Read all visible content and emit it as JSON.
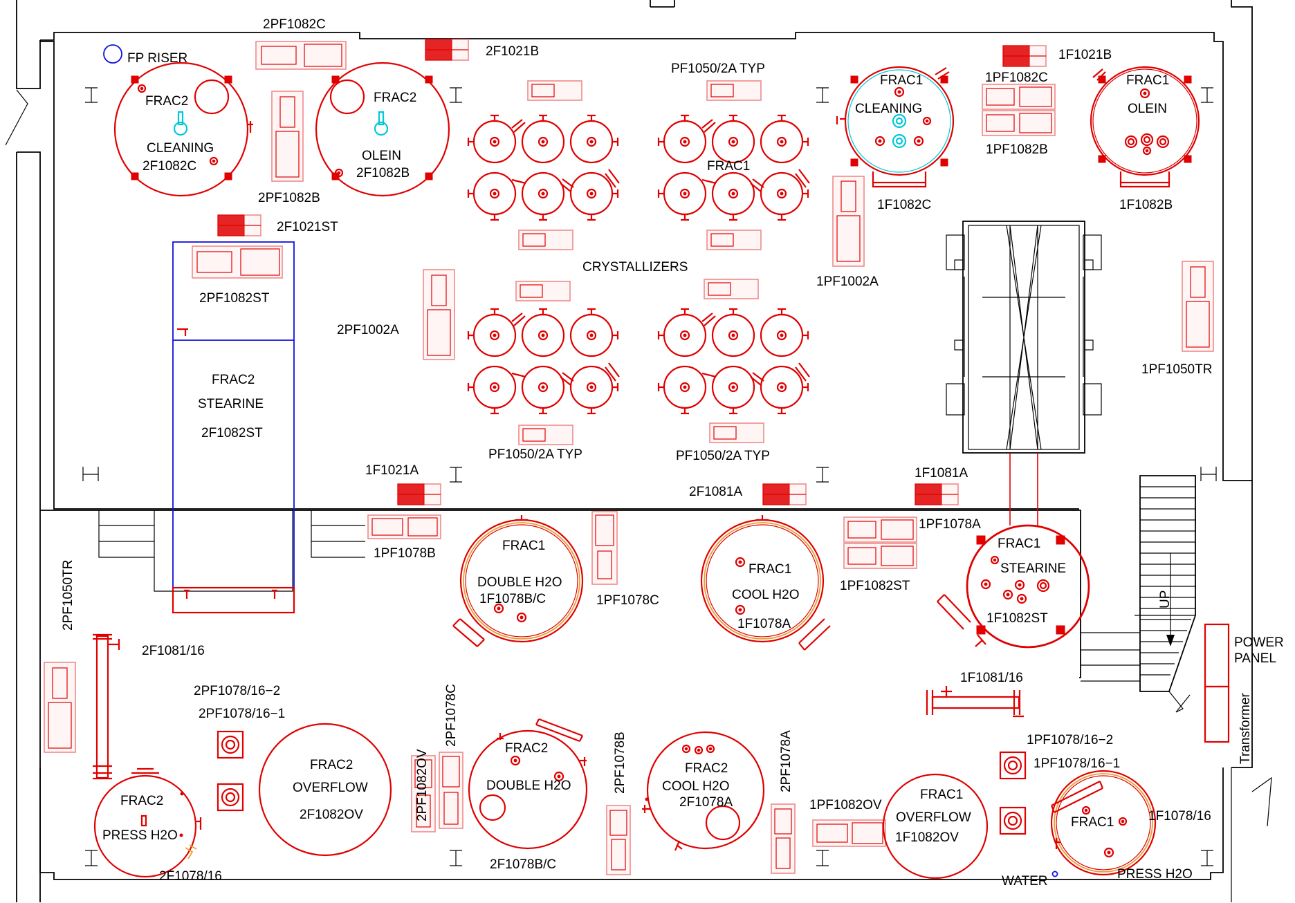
{
  "legend": {
    "fp_riser": "FP  RISER",
    "crystallizers": "CRYSTALLIZERS",
    "water": "WATER",
    "power_panel_line1": "POWER",
    "power_panel_line2": "PANEL",
    "transformer": "Transformer",
    "stair_up": "UP"
  },
  "tanks": {
    "frac2_cleaning": {
      "name": "FRAC2",
      "service": "CLEANING",
      "tag": "2F1082C"
    },
    "frac2_olein": {
      "name": "FRAC2",
      "service": "OLEIN",
      "tag": "2F1082B"
    },
    "frac1_cleaning": {
      "name": "FRAC1",
      "service": "CLEANING",
      "tag": "1F1082C"
    },
    "frac1_olein": {
      "name": "FRAC1",
      "service": "OLEIN",
      "tag": "1F1082B"
    },
    "frac2_stearine": {
      "name": "FRAC2",
      "service": "STEARINE",
      "tag": "2F1082ST"
    },
    "frac1_double": {
      "name": "FRAC1",
      "service": "DOUBLE  H2O",
      "tag": "1F1078B/C"
    },
    "frac1_cool": {
      "name": "FRAC1",
      "service": "COOL  H2O",
      "tag": "1F1078A"
    },
    "frac1_stearine": {
      "name": "FRAC1",
      "service": "STEARINE",
      "tag": "1F1082ST"
    },
    "frac2_press": {
      "name": "FRAC2",
      "service": "PRESS  H2O",
      "tag": "2F1078/16"
    },
    "frac2_overflow": {
      "name": "FRAC2",
      "service": "OVERFLOW",
      "tag": "2F1082OV"
    },
    "frac2_double": {
      "name": "FRAC2",
      "service": "DOUBLE  H2O",
      "tag": "2F1078B/C"
    },
    "frac2_cool": {
      "name": "FRAC2",
      "service": "COOL  H2O",
      "tag": "2F1078A"
    },
    "frac1_overflow": {
      "name": "FRAC1",
      "service": "OVERFLOW",
      "tag": "1F1082OV"
    },
    "frac1_press": {
      "name": "FRAC1",
      "service": "PRESS  H2O",
      "tag": "1F1078/16"
    }
  },
  "crystallizer_groups": {
    "frac1_label": "FRAC1",
    "typ_top_right": "PF1050/2A  TYP",
    "typ_bottom_left": "PF1050/2A  TYP",
    "typ_bottom_right": "PF1050/2A  TYP"
  },
  "equipment_tags": {
    "pf2082c": "2PF1082C",
    "f2021b": "2F1021B",
    "f1021b": "1F1021B",
    "pf1082c": "1PF1082C",
    "pf1082b_1": "1PF1082B",
    "pf2082b": "2PF1082B",
    "f2021st": "2F1021ST",
    "pf2082st": "2PF1082ST",
    "pf1002a": "1PF1002A",
    "pf2002a": "2PF1002A",
    "pf1050tr": "1PF1050TR",
    "f1021a": "1F1021A",
    "f2081a": "2F1081A",
    "f1081a": "1F1081A",
    "pf1078a": "1PF1078A",
    "pf1078b": "1PF1078B",
    "pf1078c": "1PF1078C",
    "pf1082st": "1PF1082ST",
    "pf2050tr": "2PF1050TR",
    "f2081_16": "2F1081/16",
    "f1081_16": "1F1081/16",
    "pf2078_16_2": "2PF1078/16−2",
    "pf2078_16_1": "2PF1078/16−1",
    "pf2082ov": "2PF1082OV",
    "pf2078c": "2PF1078C",
    "pf2078b": "2PF1078B",
    "pf2078a": "2PF1078A",
    "pf1082ov": "1PF1082OV",
    "pf1078_16_2": "1PF1078/16−2",
    "pf1078_16_1": "1PF1078/16−1"
  },
  "colors": {
    "equipment": "#e00000",
    "pump_skid": "#ee8a8a",
    "walls": "#000000",
    "stearine_bay": "#1010e0",
    "cleaning_nozzle": "#00c8d8",
    "heated_jacket": "#e8a030"
  }
}
